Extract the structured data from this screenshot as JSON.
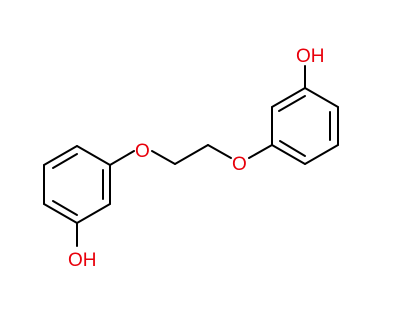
{
  "molecule": {
    "atoms": {
      "oh_top": "OH",
      "oh_bottom": "OH",
      "o_left": "O",
      "o_right": "O"
    },
    "colors": {
      "bond": "#000000",
      "oxygen": "#e8000b"
    }
  }
}
